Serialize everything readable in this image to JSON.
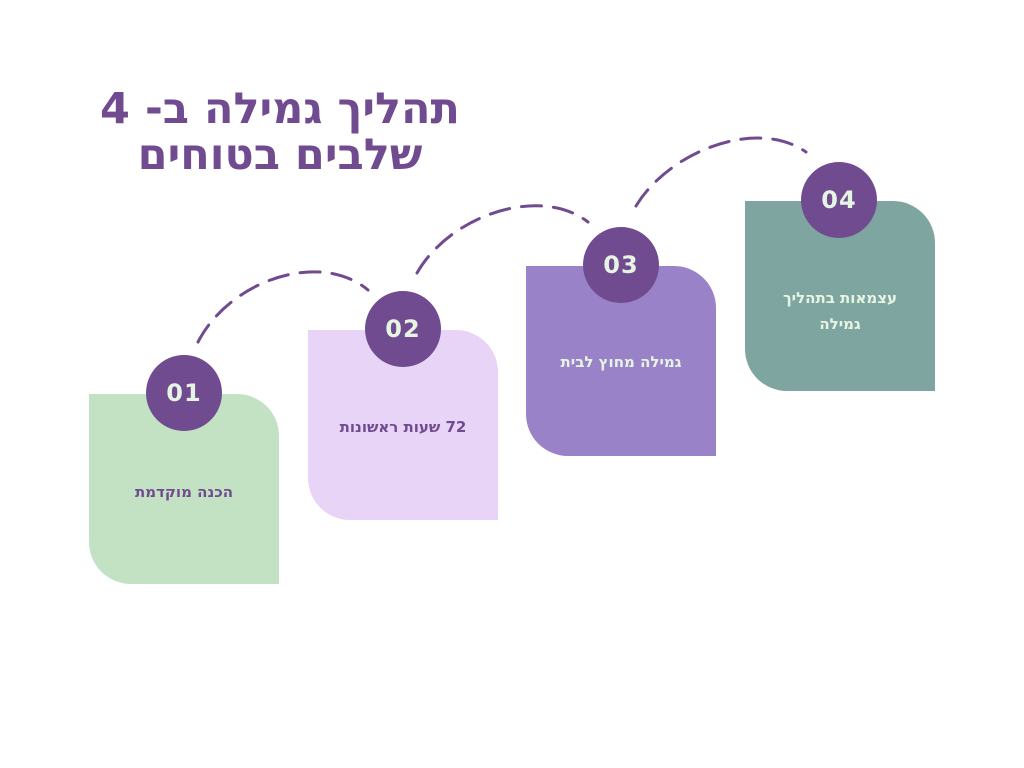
{
  "title": {
    "line1": "תהליך גמילה ב- 4",
    "line2": "שלבים בטוחים"
  },
  "colors": {
    "accent": "#714b90",
    "badge_text": "#e6f5e3"
  },
  "steps": [
    {
      "number": "01",
      "label": "הכנה מוקדמת",
      "bg": "#c3e2c3",
      "text_color": "#714b90"
    },
    {
      "number": "02",
      "label": "72 שעות ראשונות",
      "bg": "#e8d4f7",
      "text_color": "#714b90"
    },
    {
      "number": "03",
      "label": "גמילה מחוץ לבית",
      "bg": "#9a82c9",
      "text_color": "#e6f5e3"
    },
    {
      "number": "04",
      "label": "עצמאות בתהליך גמילה",
      "bg": "#7fa5a1",
      "text_color": "#e6f5e3"
    }
  ]
}
